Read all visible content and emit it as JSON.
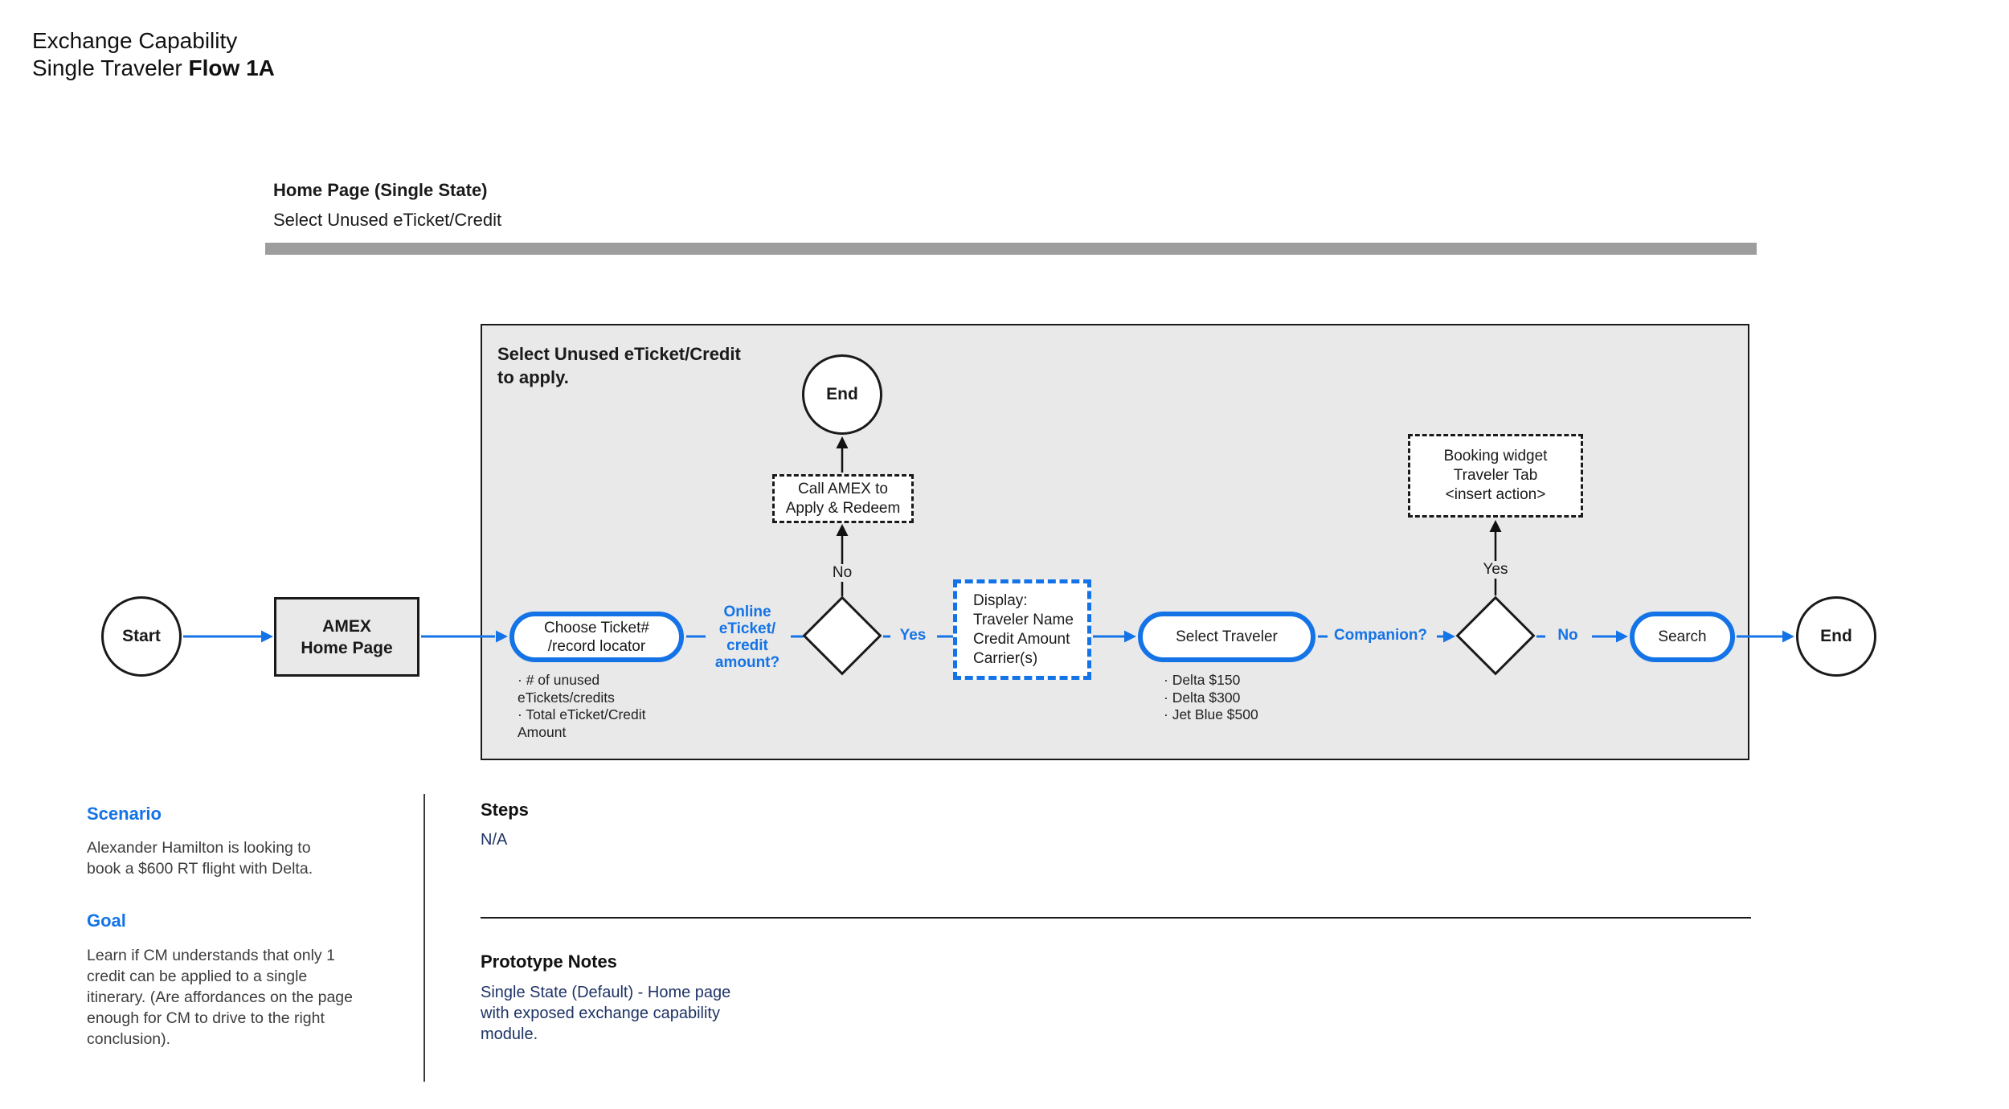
{
  "title": {
    "line1": "Exchange Capability",
    "line2_regular": "Single Traveler ",
    "line2_bold": "Flow 1A"
  },
  "section": {
    "heading": "Home Page (Single State)",
    "subheading": "Select Unused eTicket/Credit"
  },
  "flow": {
    "container_heading": "Select Unused eTicket/Credit\nto apply.",
    "start_label": "Start",
    "amex_home": "AMEX\nHome Page",
    "choose_ticket": "Choose Ticket#\n/record locator",
    "choose_ticket_notes": "· # of unused\neTickets/credits\n· Total eTicket/Credit\nAmount",
    "q_online_amount": "Online\neTicket/\ncredit\namount?",
    "decision1_yes": "Yes",
    "decision1_no": "No",
    "call_amex": "Call AMEX to\nApply & Redeem",
    "end_top_label": "End",
    "display_box": "Display:\nTraveler Name\nCredit Amount\nCarrier(s)",
    "select_traveler": "Select Traveler",
    "select_traveler_notes": "· Delta $150\n· Delta $300\n· Jet Blue $500",
    "q_companion": "Companion?",
    "decision2_yes": "Yes",
    "decision2_no": "No",
    "booking_widget": "Booking widget\nTraveler Tab\n<insert action>",
    "search_label": "Search",
    "end_right_label": "End"
  },
  "panels": {
    "scenario_heading": "Scenario",
    "scenario_body": "Alexander Hamilton is looking to\nbook a $600 RT flight with Delta.",
    "goal_heading": "Goal",
    "goal_body": "Learn if CM understands that only 1\ncredit can be applied to a single\nitinerary. (Are affordances on the page\nenough for CM to drive to the right\nconclusion).",
    "steps_heading": "Steps",
    "steps_value": "N/A",
    "notes_heading": "Prototype Notes",
    "notes_body": "Single State (Default) - Home page\nwith exposed exchange capability\nmodule."
  },
  "colors": {
    "accent_blue": "#1473E6",
    "navy": "#1E3366",
    "panel_gray": "#E9E9E9",
    "bar_gray": "#9D9D9D",
    "ink": "#1A1A1A",
    "body_gray": "#3D3D3D"
  }
}
